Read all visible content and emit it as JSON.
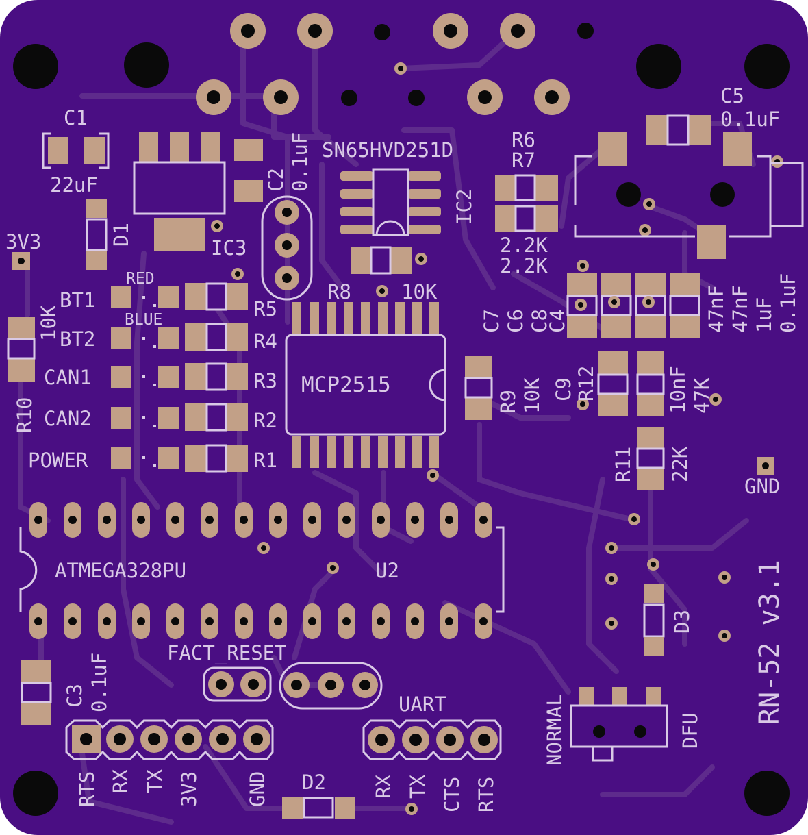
{
  "board": {
    "title": "RN-52 v3.1",
    "colors": {
      "substrate": "#4a0e83",
      "trace": "#5e2b8c",
      "pad": "#c2a087",
      "silk": "#d9c9e6",
      "hole": "#0a0a0a"
    }
  },
  "labels": {
    "c1": "C1",
    "c1_val": "22uF",
    "d1": "D1",
    "v3v3": "3V3",
    "ic3": "IC3",
    "c2": "C2",
    "c2_val": "0.1uF",
    "sn": "SN65HVD251D",
    "ic2": "IC2",
    "r6": "R6",
    "r7": "R7",
    "r67_a": "2.2K",
    "r67_b": "2.2K",
    "c5": "C5",
    "c5_val": "0.1uF",
    "red": "RED",
    "blue": "BLUE",
    "bt1": "BT1",
    "bt2": "BT2",
    "can1": "CAN1",
    "can2": "CAN2",
    "power": "POWER",
    "r1": "R1",
    "r2": "R2",
    "r3": "R3",
    "r4": "R4",
    "r5": "R5",
    "r8": "R8",
    "r8_val": "10K",
    "mcp": "MCP2515",
    "r9": "R9",
    "r9_val": "10K",
    "r10": "R10",
    "r10_val": "10K",
    "c7": "C7",
    "c6": "C6",
    "c8": "C8",
    "c4": "C4",
    "c7_val": "47nF",
    "c6_val": "47nF",
    "c8_val": "1uF",
    "c4_val": "0.1uF",
    "c9": "C9",
    "r12": "R12",
    "c9_val": "10nF",
    "r12_val": "47K",
    "r11": "R11",
    "r11_val": "22K",
    "gnd": "GND",
    "atmega": "ATMEGA328PU",
    "u2": "U2",
    "d3": "D3",
    "fact_reset": "FACT_RESET",
    "uart": "UART",
    "c3": "C3",
    "c3_val": "0.1uF",
    "normal": "NORMAL",
    "dfu": "DFU",
    "d2": "D2",
    "h_rts": "RTS",
    "h_rx": "RX",
    "h_tx": "TX",
    "h_3v3": "3V3",
    "h_gnd": "GND",
    "u_rx": "RX",
    "u_tx": "TX",
    "u_cts": "CTS",
    "u_rts": "RTS"
  }
}
